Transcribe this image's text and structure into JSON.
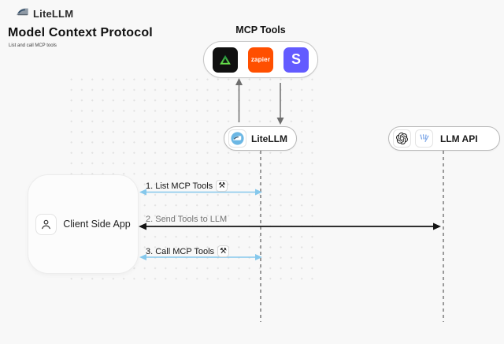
{
  "header": {
    "brand": "LiteLLM",
    "title": "Model Context Protocol",
    "subtitle": "List and call MCP tools"
  },
  "mcp_tools": {
    "label": "MCP Tools",
    "tools": [
      {
        "name": "green-triangle-tool",
        "bg": "#101010"
      },
      {
        "name": "zapier",
        "text": "zapier",
        "bg": "#FF4F00"
      },
      {
        "name": "stripe",
        "text": "S",
        "bg": "#635BFF"
      }
    ]
  },
  "nodes": {
    "litellm": {
      "label": "LiteLLM"
    },
    "llm_api": {
      "label": "LLM API"
    },
    "client": {
      "label": "Client Side App"
    }
  },
  "messages": [
    {
      "label": "1. List MCP Tools",
      "tool_badge": true,
      "arrow_color": "#85c8ec",
      "arrow": "double"
    },
    {
      "label": "2. Send Tools to LLM",
      "tool_badge": false,
      "arrow_color": "#141414",
      "arrow": "double"
    },
    {
      "label": "3. Call MCP Tools",
      "tool_badge": true,
      "arrow_color": "#85c8ec",
      "arrow": "double"
    }
  ],
  "icons": {
    "tool_glyph": "⚒",
    "list": [
      "train-logo-icon",
      "green-triangle-tool-icon",
      "zapier-icon",
      "stripe-icon",
      "openai-icon",
      "llm-provider-icon",
      "person-icon",
      "hammer-tools-icon"
    ]
  },
  "colors": {
    "background": "#f8f8f8",
    "blue_arrow": "#85c8ec",
    "black_arrow": "#141414",
    "gray_arrow": "#6e6e6e",
    "dashed_lifeline": "#9a9a9a",
    "zapier": "#FF4F00",
    "stripe": "#635BFF",
    "litellm_blue": "#6cb7e4"
  }
}
